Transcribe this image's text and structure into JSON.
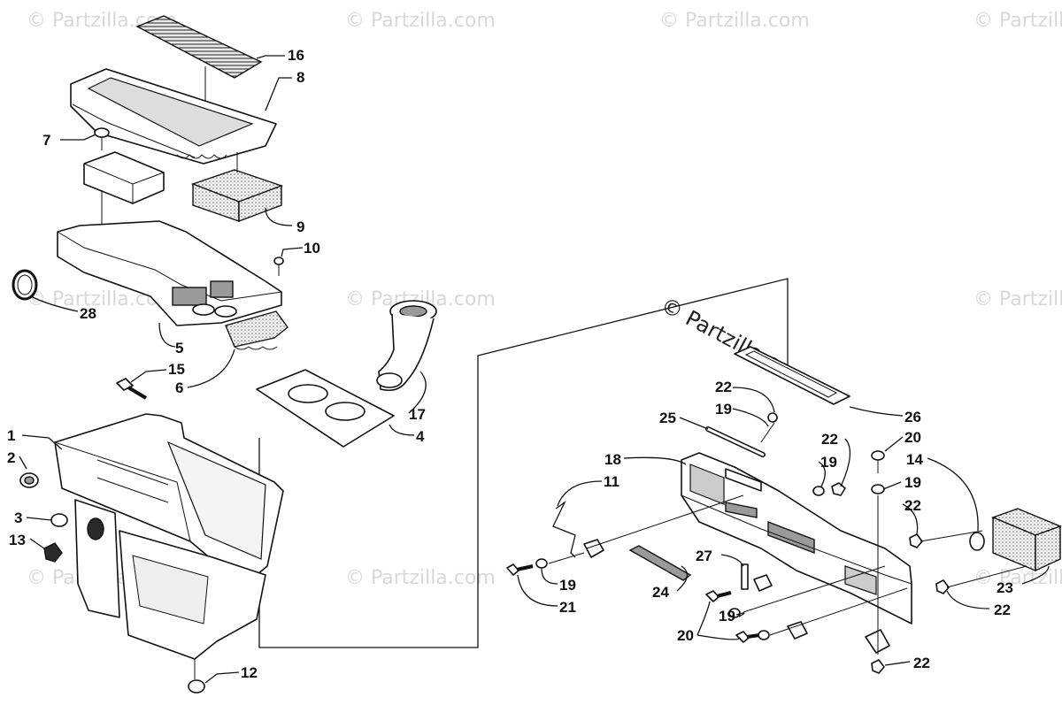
{
  "watermark": {
    "text": "© Partzilla.com",
    "prominent_text": "© Partzilla.com"
  },
  "callouts": {
    "c1": "1",
    "c2": "2",
    "c3": "3",
    "c4": "4",
    "c5": "5",
    "c6": "6",
    "c7": "7",
    "c8": "8",
    "c9": "9",
    "c10": "10",
    "c11": "11",
    "c12": "12",
    "c13": "13",
    "c14": "14",
    "c15": "15",
    "c16": "16",
    "c17": "17",
    "c18": "18",
    "c19a": "19",
    "c19b": "19",
    "c19c": "19",
    "c19d": "19",
    "c19e": "19",
    "c20a": "20",
    "c20b": "20",
    "c21": "21",
    "c22a": "22",
    "c22b": "22",
    "c22c": "22",
    "c22d": "22",
    "c22e": "22",
    "c23": "23",
    "c24": "24",
    "c25": "25",
    "c26": "26",
    "c27": "27",
    "c28": "28"
  }
}
